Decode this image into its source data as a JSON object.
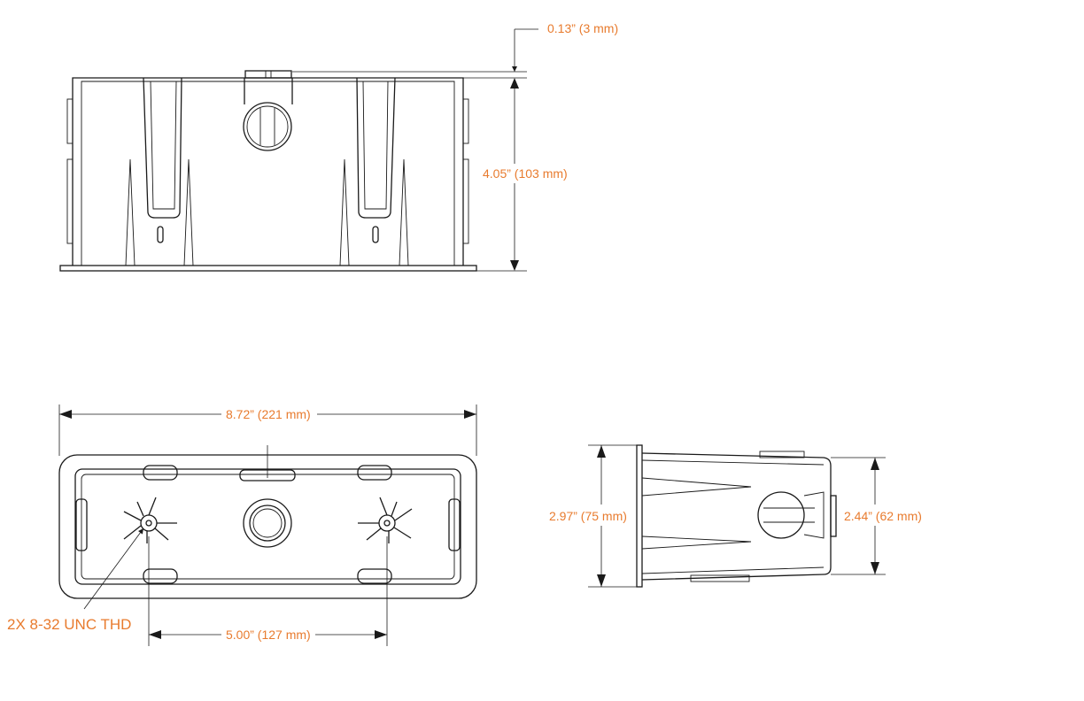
{
  "dimensions": {
    "lip_height": "0.13” (3 mm)",
    "box_height": "4.05” (103 mm)",
    "overall_length": "8.72” (221 mm)",
    "screw_spacing": "5.00” (127 mm)",
    "flange_width": "2.97” (75 mm)",
    "body_width": "2.44” (62 mm)"
  },
  "callouts": {
    "thread": "2X 8-32 UNC THD"
  },
  "colors": {
    "dimension_text": "#e87b2e",
    "line_art": "#1a1a1a"
  }
}
